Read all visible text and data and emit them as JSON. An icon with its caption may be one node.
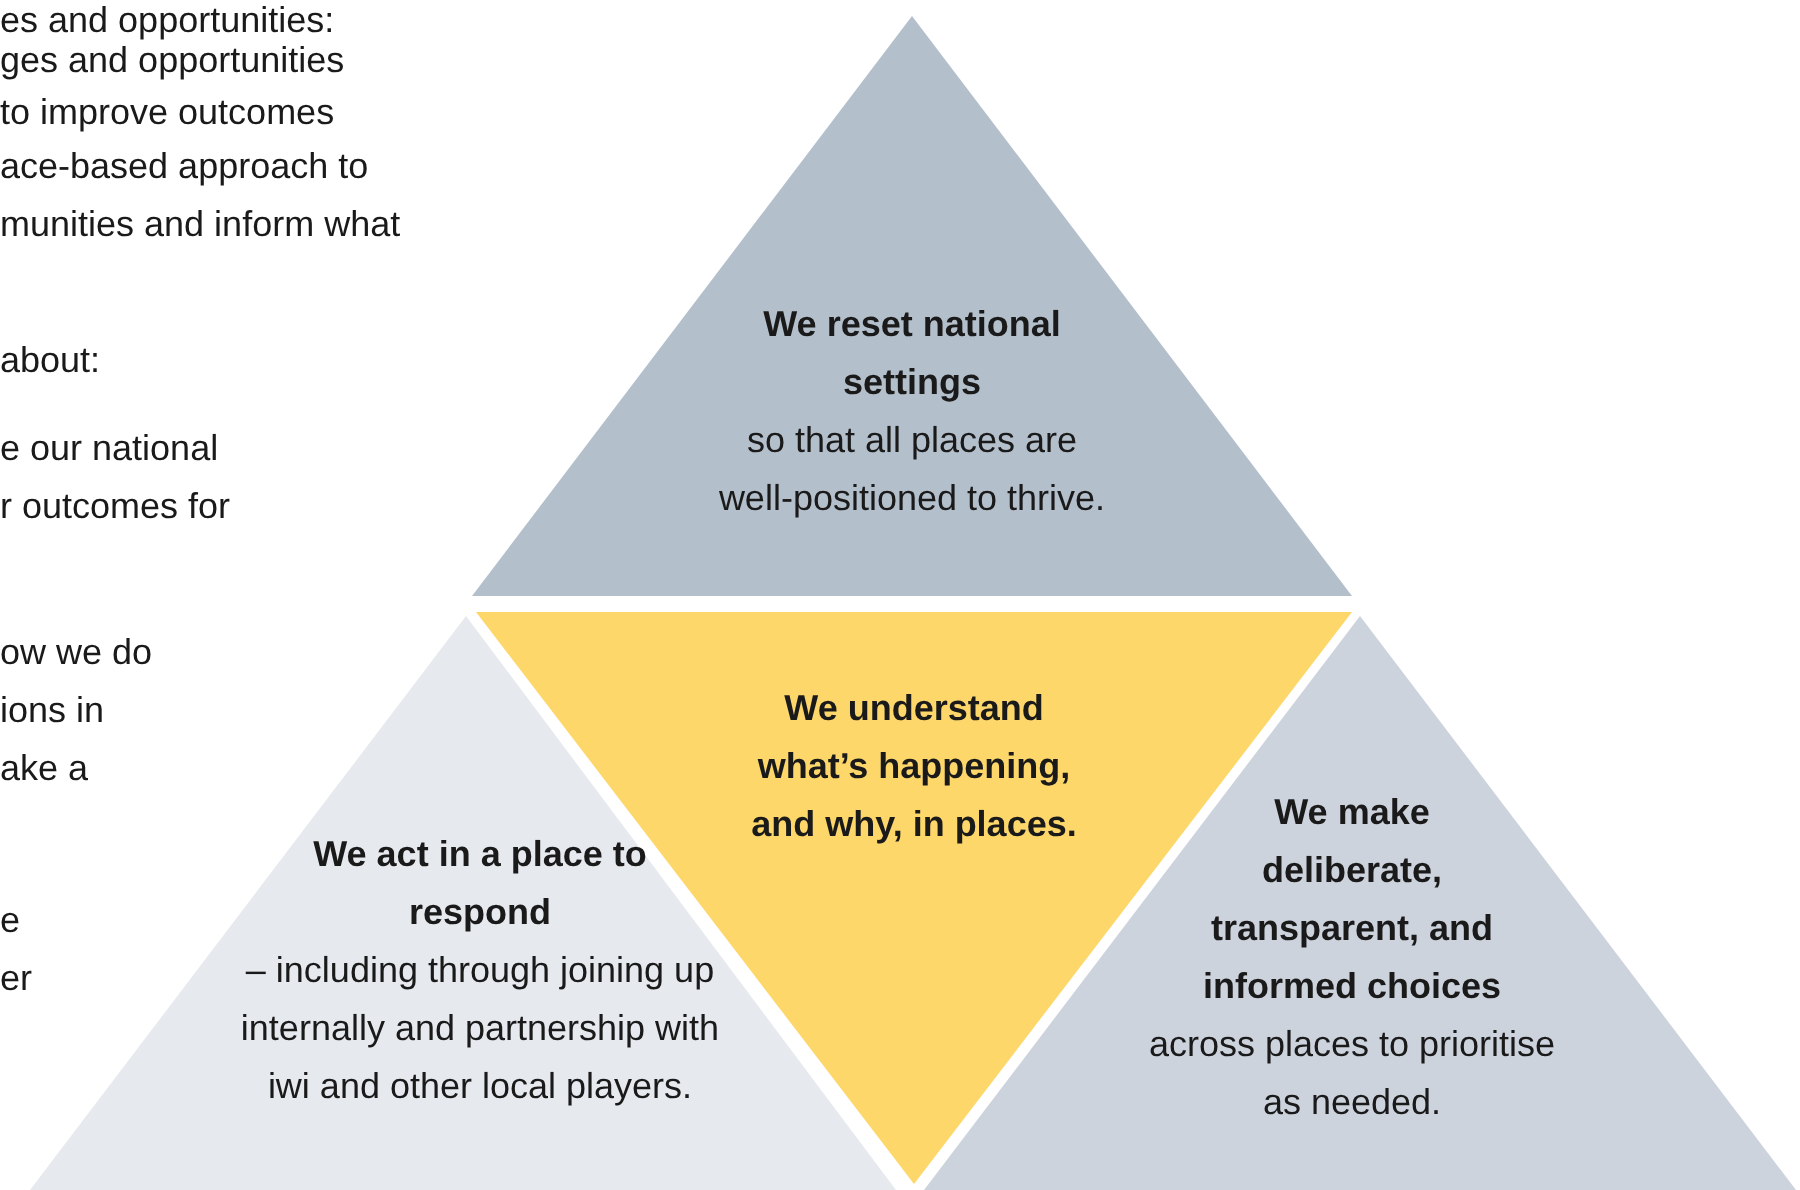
{
  "diagram": {
    "nodes": [
      {
        "text": [
          "We reset national settings",
          "so that all places are well-positioned to thrive."
        ]
      },
      {
        "text": [
          "We understand what’s happening, and why, in places."
        ]
      },
      {
        "text": [
          "We act in a place to respond",
          "– including through joining up internally and partnership with iwi and other local players."
        ]
      },
      {
        "text": [
          "We make deliberate, transparent, and informed choices",
          "across places to prioritise as needed."
        ]
      }
    ],
    "labels": [
      "es and opportunities:",
      "ges and opportunities",
      "to improve outcomes",
      "ace-based approach to",
      "munities and inform what",
      "about:",
      "e our national",
      "r outcomes for",
      "ow we do",
      "ions in",
      "ake a",
      "e",
      "er"
    ]
  }
}
